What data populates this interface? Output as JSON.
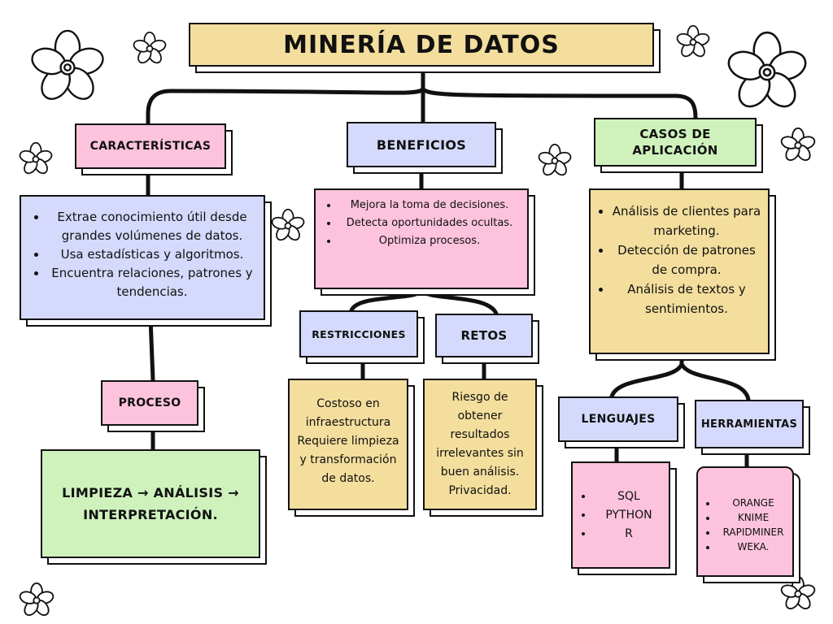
{
  "title": "MINERÍA DE DATOS",
  "caracteristicas": {
    "heading": "CARACTERÍSTICAS",
    "items": [
      "Extrae conocimiento útil desde grandes volúmenes de datos.",
      "Usa estadísticas y algoritmos.",
      "Encuentra relaciones, patrones y tendencias."
    ]
  },
  "proceso": {
    "heading": "PROCESO",
    "text": "LIMPIEZA → ANÁLISIS → INTERPRETACIÓN."
  },
  "beneficios": {
    "heading": "BENEFICIOS",
    "items": [
      "Mejora la toma de decisiones.",
      "Detecta oportunidades ocultas.",
      "Optimiza procesos."
    ]
  },
  "restricciones": {
    "heading": "RESTRICCIONES",
    "text": "Costoso en infraestructura Requiere limpieza y transformación de datos."
  },
  "retos": {
    "heading": "RETOS",
    "text": "Riesgo de obtener resultados irrelevantes sin buen análisis. Privacidad."
  },
  "casos": {
    "heading": "CASOS DE APLICACIÓN",
    "items": [
      "Análisis de clientes para marketing.",
      "Detección de patrones de compra.",
      "Análisis de textos y sentimientos."
    ]
  },
  "lenguajes": {
    "heading": "LENGUAJES",
    "items": [
      "SQL",
      "PYTHON",
      "R"
    ]
  },
  "herramientas": {
    "heading": "HERRAMIENTAS",
    "items": [
      "ORANGE",
      "KNIME",
      "RAPIDMINER",
      "WEKA."
    ]
  },
  "colors": {
    "yellow": "#f3de9d",
    "pink": "#fdc3dd",
    "blue": "#d5dafc",
    "green": "#cff2bd"
  }
}
